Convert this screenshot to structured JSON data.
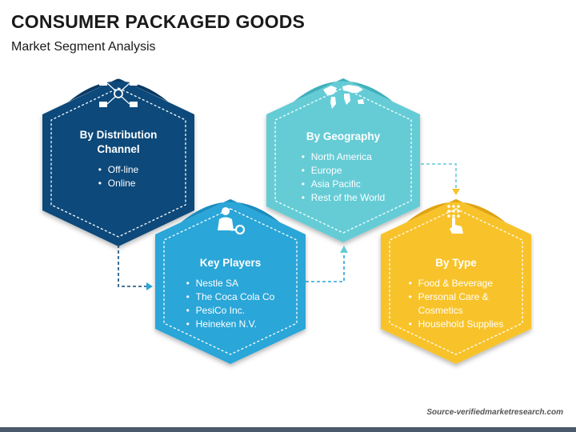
{
  "header": {
    "title": "CONSUMER PACKAGED GOODS",
    "subtitle": "Market Segment Analysis"
  },
  "segments": [
    {
      "id": "distribution",
      "title_lines": [
        "By Distribution",
        "Channel"
      ],
      "items": [
        "Off-line",
        "Online"
      ],
      "icon": "network-flow-icon",
      "color": "#0d4a7a",
      "cap_color": "#093a63"
    },
    {
      "id": "key-players",
      "title_lines": [
        "Key Players"
      ],
      "items": [
        "Nestle SA",
        "The Coca Cola Co",
        "PesiCo Inc.",
        "Heineken N.V."
      ],
      "icon": "businessman-key-icon",
      "color": "#2aa6d8",
      "cap_color": "#1b8cc0"
    },
    {
      "id": "geography",
      "title_lines": [
        "By Geography"
      ],
      "items": [
        "North America",
        "Europe",
        "Asia Pacific",
        "Rest of the World"
      ],
      "icon": "world-map-icon",
      "color": "#65ccd6",
      "cap_color": "#3fb1bd"
    },
    {
      "id": "type",
      "title_lines": [
        "By Type"
      ],
      "items": [
        "Food & Beverage",
        "Personal Care &",
        "Cosmetics",
        "Household Supplies"
      ],
      "icon": "touch-keypad-icon",
      "color": "#f8c32b",
      "cap_color": "#e0a410"
    }
  ],
  "footer": {
    "source": "Source-verifiedmarketresearch.com"
  }
}
